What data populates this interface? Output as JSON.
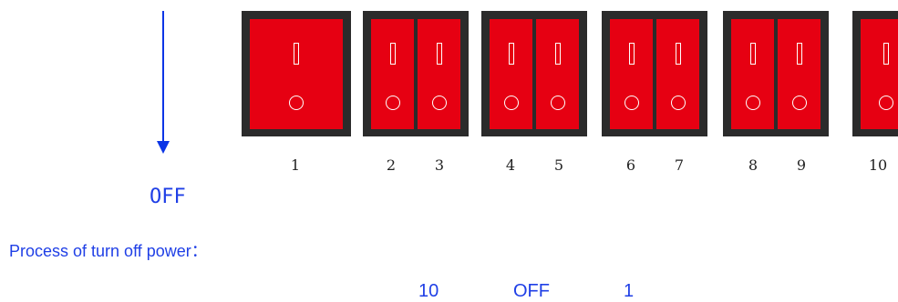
{
  "arrow": {
    "label": "OFF"
  },
  "switches": [
    {
      "labels": [
        "1"
      ]
    },
    {
      "labels": [
        "2",
        "3"
      ]
    },
    {
      "labels": [
        "4",
        "5"
      ]
    },
    {
      "labels": [
        "6",
        "7"
      ]
    },
    {
      "labels": [
        "8",
        "9"
      ]
    },
    {
      "labels": [
        "10"
      ]
    }
  ],
  "caption": "Process of turn off power：",
  "sequence": {
    "from": "10",
    "action": "OFF",
    "to": "1"
  },
  "colors": {
    "accent": "#1f3fe6",
    "switch_red": "#e60012",
    "frame": "#2b2b2b"
  }
}
